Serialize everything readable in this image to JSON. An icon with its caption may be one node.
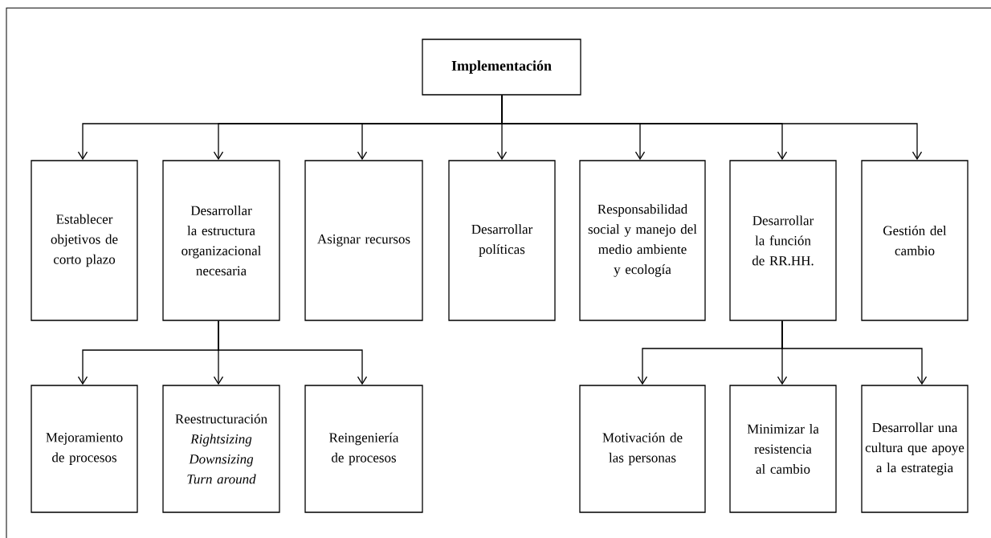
{
  "diagram": {
    "nodes": [
      {
        "text": [
          "Implementación"
        ]
      },
      {
        "text": [
          "Establecer objetivos de corto plazo"
        ]
      },
      {
        "text": [
          "Desarrollar la estructura organizacional necesaria"
        ]
      },
      {
        "text": [
          "Asignar recursos"
        ]
      },
      {
        "text": [
          "Desarrollar políticas"
        ]
      },
      {
        "text": [
          "Responsabilidad social y manejo del medio ambiente y ecología"
        ]
      },
      {
        "text": [
          "Desarrollar la función de RR.HH."
        ]
      },
      {
        "text": [
          "Gestión del cambio"
        ]
      },
      {
        "text": [
          "Mejoramiento de procesos"
        ]
      },
      {
        "text": [
          "Reestructuración *Rightsizing Downsizing Turn around*"
        ]
      },
      {
        "text": [
          "Reingeniería de procesos"
        ]
      },
      {
        "text": [
          "Motivación de las personas"
        ]
      },
      {
        "text": [
          "Minimizar la resistencia al cambio"
        ]
      },
      {
        "text": [
          "Desarrollar una cultura que apoye a la estrategia"
        ]
      }
    ],
    "edges": [
      {
        "from": 0,
        "to": 1,
        "arrow": "to"
      },
      {
        "from": 0,
        "to": 2,
        "arrow": "to"
      },
      {
        "from": 0,
        "to": 3,
        "arrow": "to"
      },
      {
        "from": 0,
        "to": 4,
        "arrow": "to"
      },
      {
        "from": 0,
        "to": 5,
        "arrow": "to"
      },
      {
        "from": 0,
        "to": 6,
        "arrow": "to"
      },
      {
        "from": 0,
        "to": 7,
        "arrow": "to"
      },
      {
        "from": 2,
        "to": 8,
        "arrow": "to"
      },
      {
        "from": 2,
        "to": 9,
        "arrow": "to"
      },
      {
        "from": 2,
        "to": 10,
        "arrow": "to"
      },
      {
        "from": 6,
        "to": 11,
        "arrow": "to"
      },
      {
        "from": 6,
        "to": 12,
        "arrow": "to"
      },
      {
        "from": 6,
        "to": 13,
        "arrow": "to"
      }
    ]
  }
}
